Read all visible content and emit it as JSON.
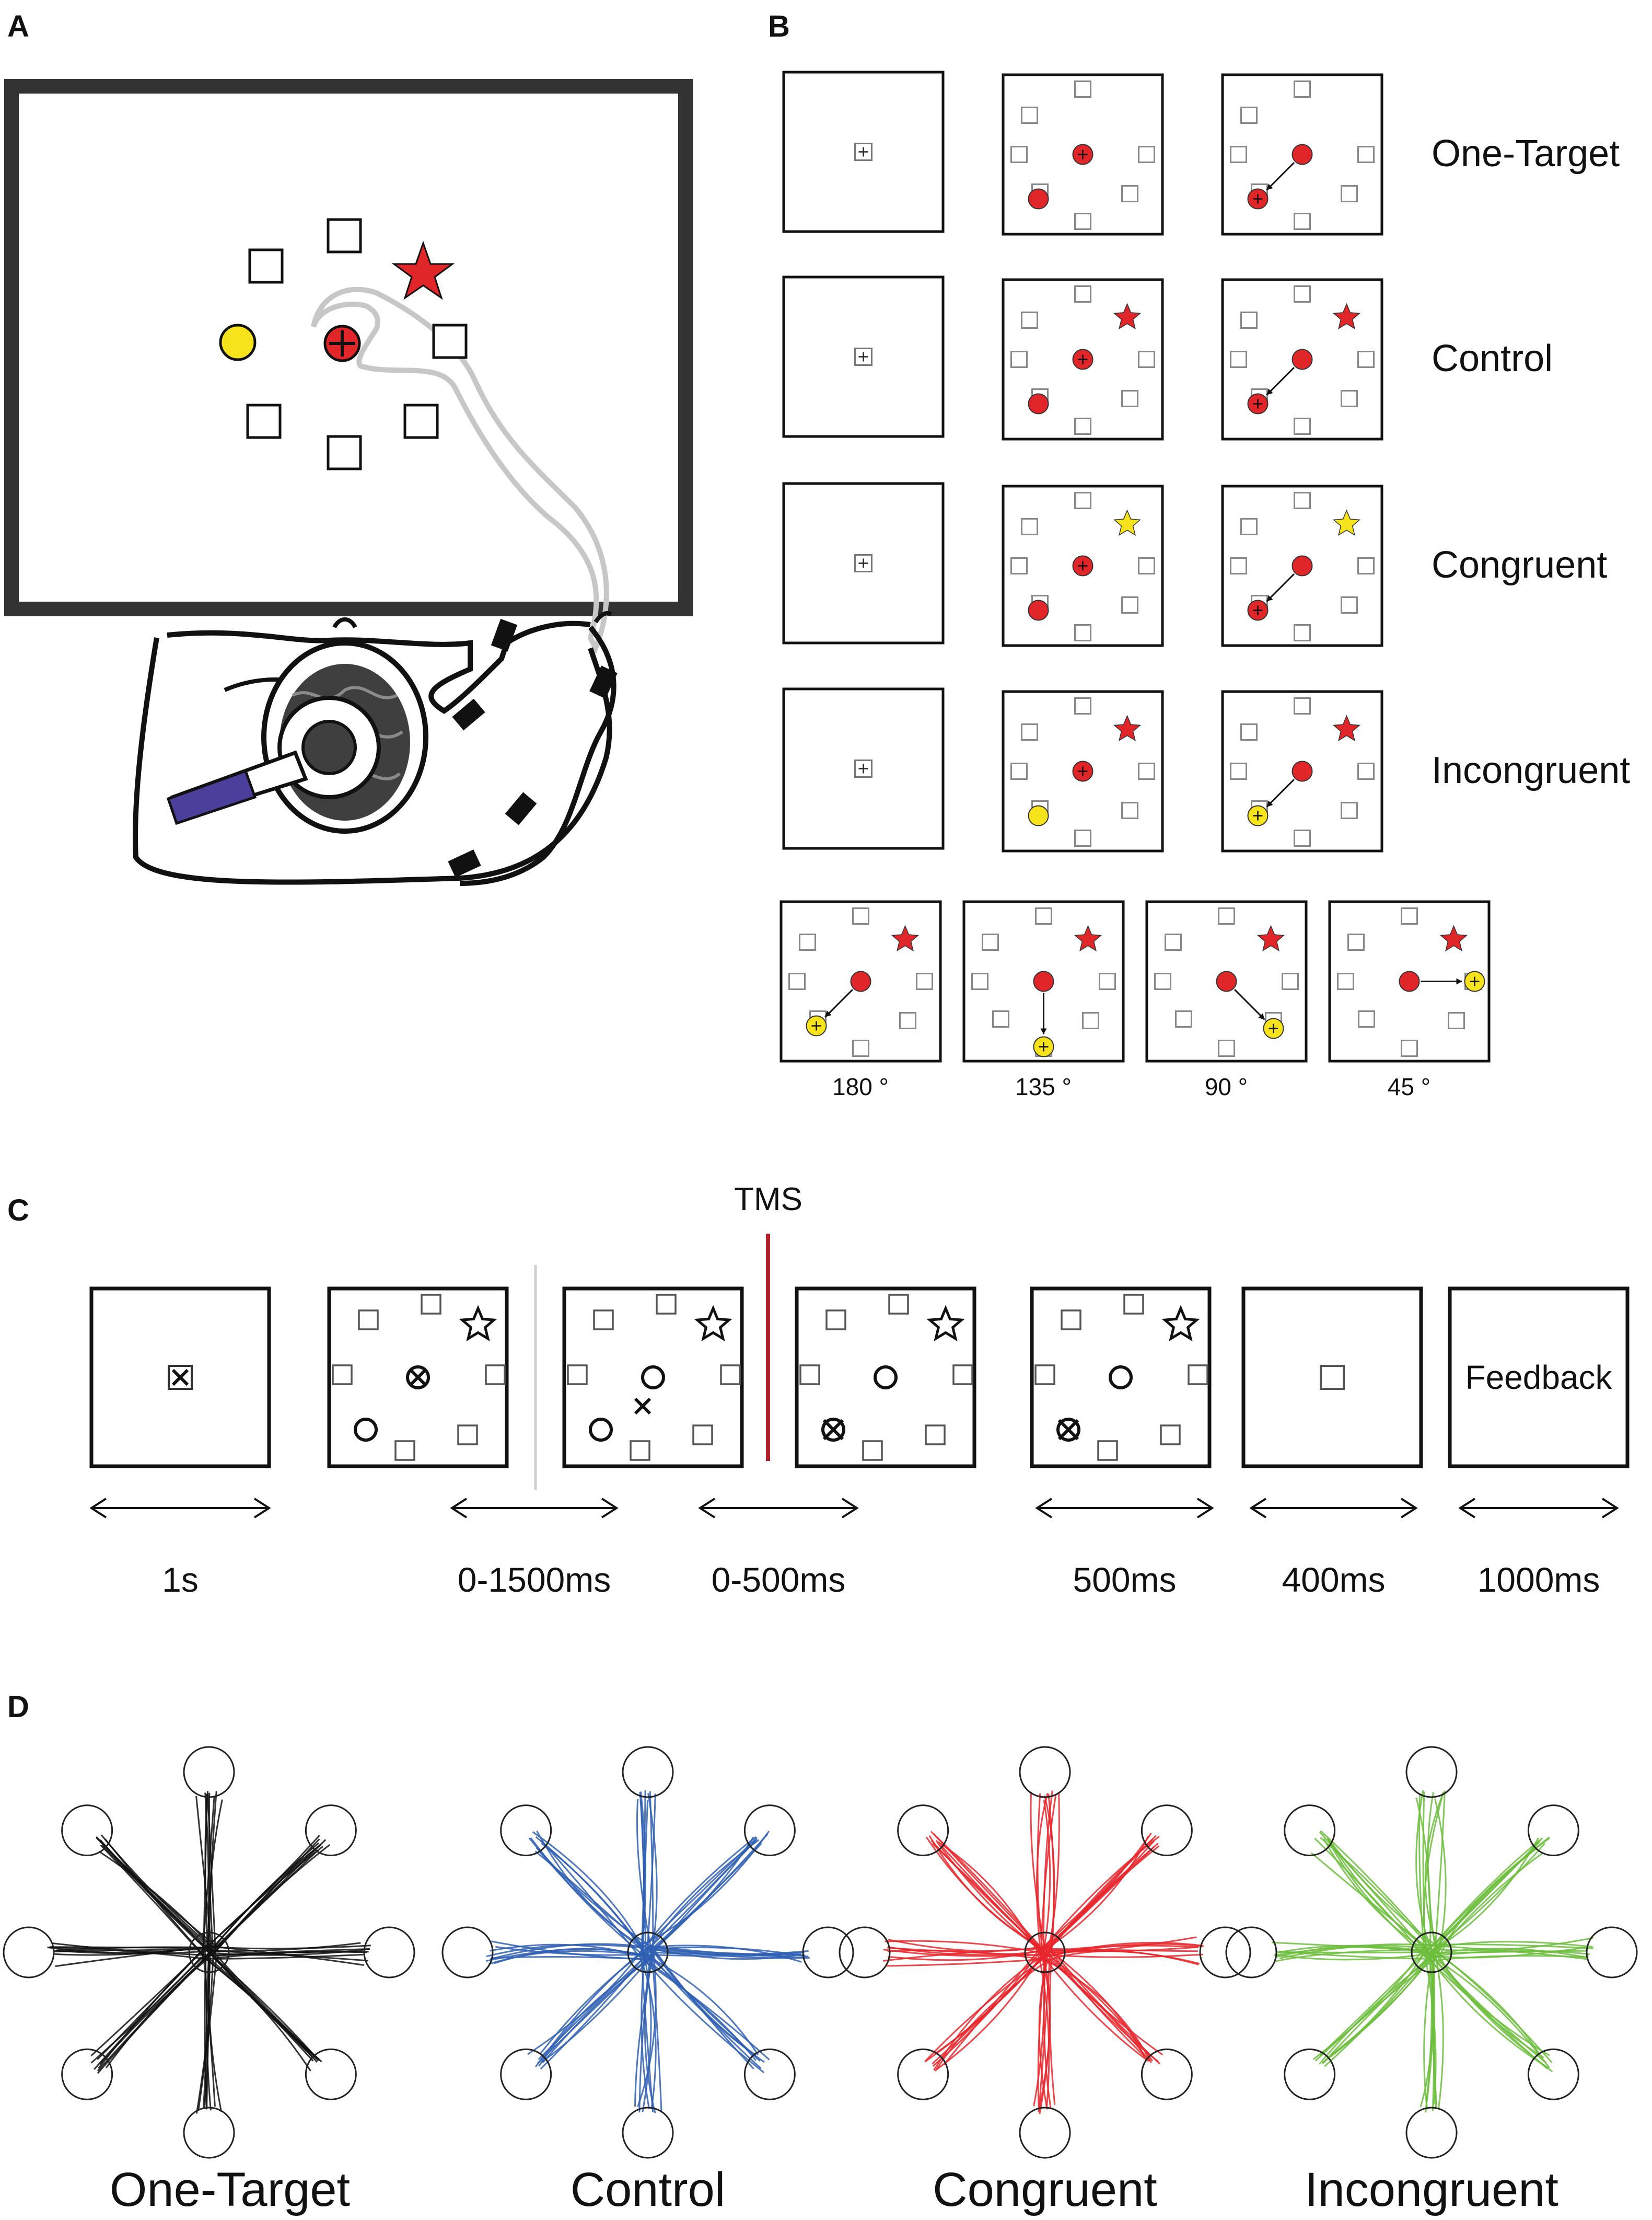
{
  "panels": {
    "A": {
      "label": "A"
    },
    "B": {
      "label": "B",
      "rows": [
        {
          "label": "One-Target",
          "star": "none",
          "target": "red"
        },
        {
          "label": "Control",
          "star": "red",
          "target": "red"
        },
        {
          "label": "Congruent",
          "star": "yellow",
          "target": "red"
        },
        {
          "label": "Incongruent",
          "star": "red",
          "target": "yellow"
        }
      ],
      "angles": [
        "180 °",
        "135 °",
        "90 °",
        "45 °"
      ]
    },
    "C": {
      "label": "C",
      "tms_label": "TMS",
      "feedback_label": "Feedback",
      "durations": [
        "1s",
        "0-1500ms",
        "0-500ms",
        "500ms",
        "400ms",
        "1000ms"
      ]
    },
    "D": {
      "label": "D",
      "conditions": [
        {
          "label": "One-Target",
          "color": "#111111"
        },
        {
          "label": "Control",
          "color": "#2f5fb3"
        },
        {
          "label": "Congruent",
          "color": "#e8262b"
        },
        {
          "label": "Incongruent",
          "color": "#6cbd3c"
        }
      ]
    }
  },
  "colors": {
    "red": "#e1262a",
    "yellow": "#f6e31c",
    "purple": "#4b3f9c",
    "tms": "#b21f24"
  }
}
